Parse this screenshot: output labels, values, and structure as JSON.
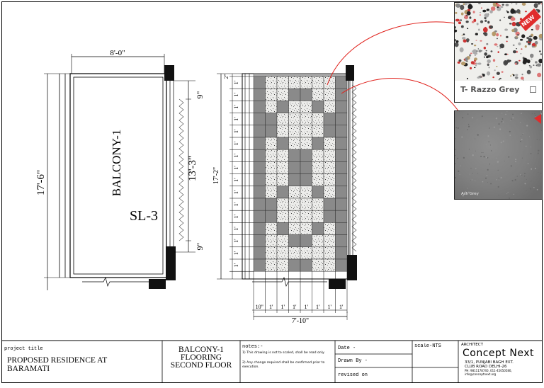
{
  "plan": {
    "room_name": "BALCONY-1",
    "slab_label": "SL-3",
    "dim_top": "8'-0\"",
    "dim_left": "17'-6\"",
    "dim_inner": "13'-3\"",
    "dim_nine_top": "9\"",
    "dim_nine_bottom": "9\""
  },
  "flooring": {
    "dim_total_height": "17'-2\"",
    "dim_top_strip": "2\"",
    "row_dim": "1'",
    "dim_bottom_width": "7'-10\"",
    "col_dims": [
      "10\"",
      "1'",
      "1'",
      "1'",
      "1'",
      "1'",
      "1'",
      "1'"
    ],
    "colors": {
      "dark": "#8a8a8a",
      "terrazzo_base": "#ececea"
    },
    "pattern": [
      "DLLLLLLD",
      "DLLDDLLD",
      "DLDLLDLD",
      "DDLLLLDD",
      "DDLLLLDD",
      "DLDLLDLD",
      "DLLDDLLD",
      "DLLDDLLD",
      "DLLDDLLD",
      "DLDLLDLD",
      "DDLLLLDD",
      "DDLLLLDD",
      "DLDLLDLD",
      "DLLDDLLD",
      "DLLLLLLD",
      "DLLDDLLD"
    ]
  },
  "samples": {
    "terrazzo_name": "T- Razzo Grey",
    "terrazzo_badge": "NEW",
    "ash_name": "Ash Grey"
  },
  "titleblock": {
    "project_title_label": "project title",
    "project_title": "PROPOSED RESIDENCE AT BARAMATI",
    "drawing_title": [
      "BALCONY-1",
      "FLOORING",
      "SECOND FLOOR"
    ],
    "notes_label": "notes:-",
    "notes": [
      "1) This drawing is not to scaled, shall be read only.",
      "2) Any change required shall be confirmed prior to execution."
    ],
    "date_label": "Date -",
    "drawn_by_label": "Drawn By -",
    "revised_label": "revised on",
    "scale_label": "scale-NTS",
    "architect_label": "ARCHITECT",
    "firm_name": "Concept Next",
    "address": [
      "33/1, PUNJABI BAGH EXT.",
      "CLUB ROAD DELHI-26"
    ],
    "contact": [
      "PH: 9811178740, 011-45050580,",
      "info@conceptnext.org"
    ]
  }
}
